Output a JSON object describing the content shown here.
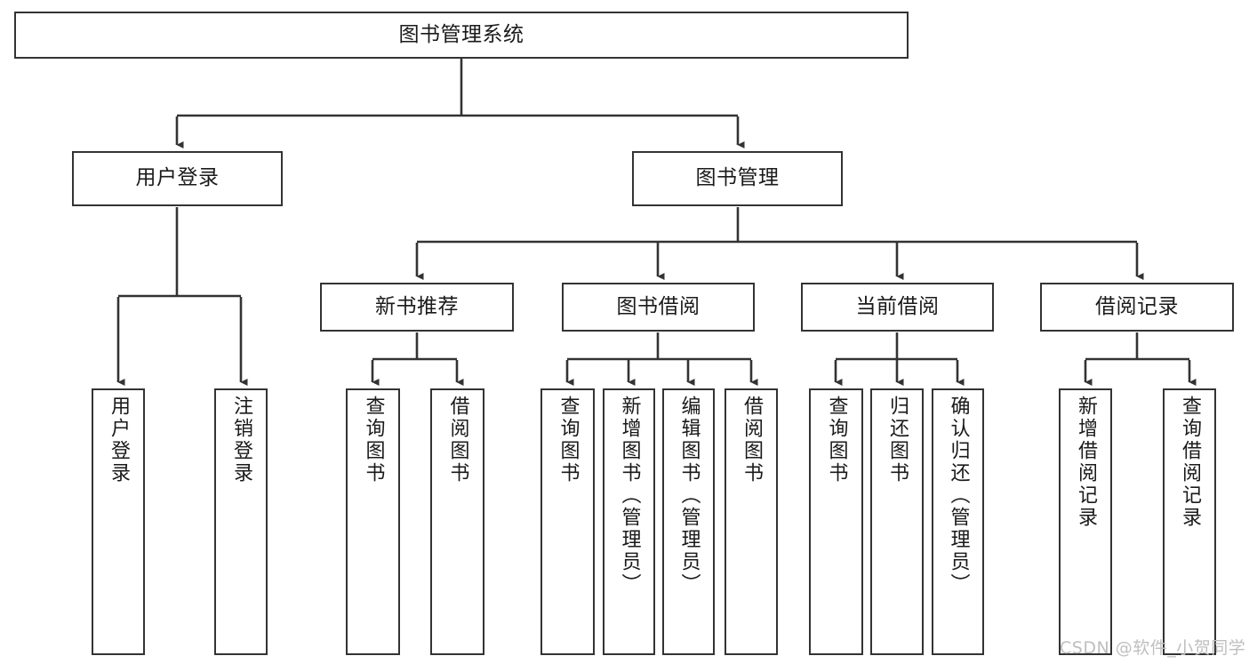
{
  "diagram": {
    "title": "图书管理系统",
    "type": "hierarchy-tree",
    "levels": 4,
    "root": {
      "id": "root",
      "label": "图书管理系统"
    },
    "tier2": [
      {
        "id": "user-login",
        "label": "用户登录"
      },
      {
        "id": "book-management",
        "label": "图书管理"
      }
    ],
    "tier3": [
      {
        "id": "new-book-recommend",
        "label": "新书推荐"
      },
      {
        "id": "book-borrow",
        "label": "图书借阅"
      },
      {
        "id": "current-borrow",
        "label": "当前借阅"
      },
      {
        "id": "borrow-record",
        "label": "借阅记录"
      }
    ],
    "leaves": {
      "user_login": [
        {
          "id": "leaf-user-login",
          "label": "用户登录"
        },
        {
          "id": "leaf-logout-login",
          "label": "注销登录"
        }
      ],
      "new_book_recommend": [
        {
          "id": "leaf-query-book-1",
          "label": "查询图书"
        },
        {
          "id": "leaf-borrow-book-1",
          "label": "借阅图书"
        }
      ],
      "book_borrow": [
        {
          "id": "leaf-query-book-2",
          "label": "查询图书"
        },
        {
          "id": "leaf-add-book",
          "label": "新增图书（管理员）"
        },
        {
          "id": "leaf-edit-book",
          "label": "编辑图书（管理员）"
        },
        {
          "id": "leaf-borrow-book-2",
          "label": "借阅图书"
        }
      ],
      "current_borrow": [
        {
          "id": "leaf-query-book-3",
          "label": "查询图书"
        },
        {
          "id": "leaf-return-book",
          "label": "归还图书"
        },
        {
          "id": "leaf-confirm-return",
          "label": "确认归还（管理员）"
        }
      ],
      "borrow_record": [
        {
          "id": "leaf-add-record",
          "label": "新增借阅记录"
        },
        {
          "id": "leaf-query-record",
          "label": "查询借阅记录"
        }
      ]
    },
    "colors": {
      "border": "#333333",
      "background": "#ffffff",
      "text": "#1a1a1a",
      "connector": "#333333",
      "watermark": "#bfbfbf"
    }
  },
  "watermark": {
    "text": "CSDN @软件_小贺同学"
  }
}
